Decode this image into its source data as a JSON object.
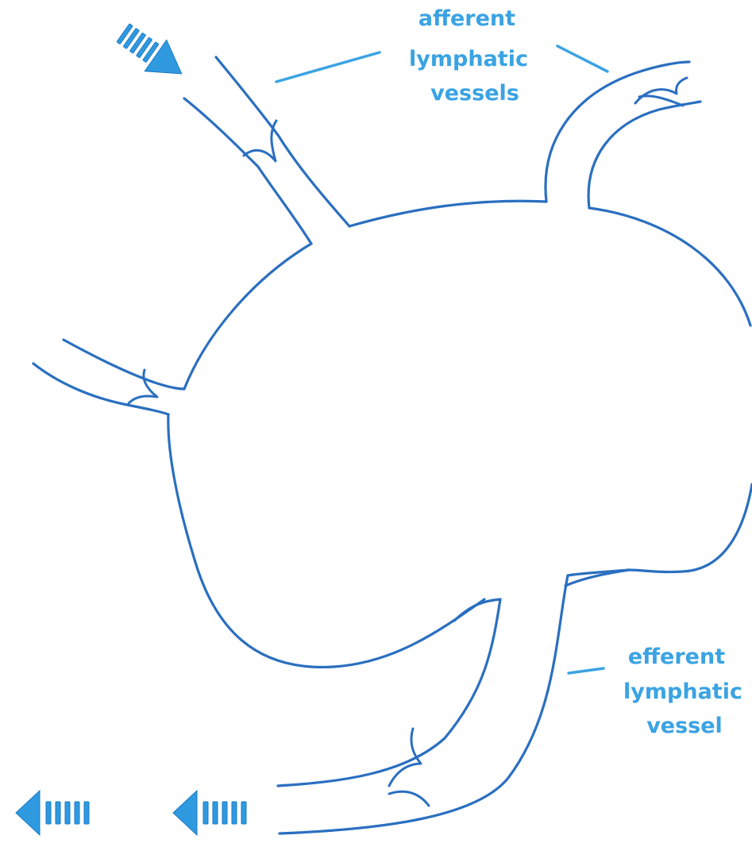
{
  "colors": {
    "outline": "#2a6fc0",
    "label": "#3aa3e3",
    "arrow": "#2f9ae0",
    "arrow_edge": "#1a79c4"
  },
  "labels": {
    "afferent": {
      "line1": "afferent",
      "line2": "lymphatic",
      "line3": "vessels"
    },
    "efferent": {
      "line1": "efferent",
      "line2": "lymphatic",
      "line3": "vessel"
    }
  },
  "icons": {
    "inflow_arrow": "striped-arrow-down-right-icon",
    "outflow_arrow_left": "striped-arrow-left-icon",
    "outflow_arrow_right": "striped-arrow-left-icon"
  }
}
